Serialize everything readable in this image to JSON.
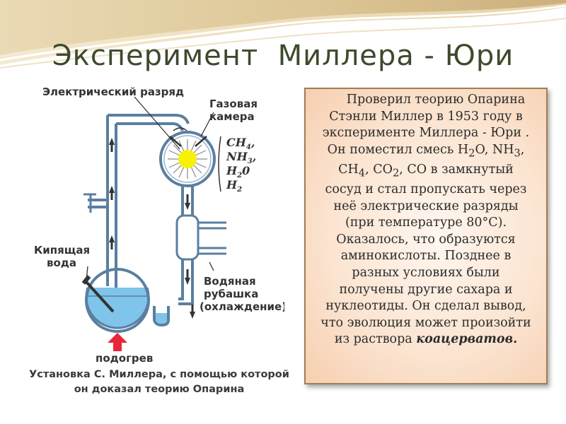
{
  "title": "Эксперимент  Миллера - Юри",
  "diagram": {
    "label_discharge": "Электрический разряд",
    "label_gas_chamber_1": "Газовая",
    "label_gas_chamber_2": "камера",
    "gases": [
      "CH",
      "NH",
      "H",
      "H"
    ],
    "gas_subs": [
      "4",
      "3",
      "2",
      "2"
    ],
    "gas_tail": [
      "",
      "",
      "0",
      ""
    ],
    "label_boiling_1": "Кипящая",
    "label_boiling_2": "вода",
    "label_jacket_1": "Водяная",
    "label_jacket_2": "рубашка",
    "label_jacket_3": "(охлаждение)",
    "label_heating": "подогрев"
  },
  "caption": {
    "line1": "Установка С. Миллера, с помощью которой",
    "line2": "он доказал теорию Опарина"
  },
  "textbox": {
    "l1": "Проверил теорию Опарина",
    "l2": "Стэнли Миллер в 1953 году в",
    "l3": "эксперименте  Миллера - Юри .",
    "l4a": "Он поместил смесь H",
    "l4s1": "2",
    "l4b": "O, NH",
    "l4s2": "3",
    "l4c": ",",
    "l5a": "CH",
    "l5s1": "4",
    "l5b": ", CO",
    "l5s2": "2",
    "l5c": ", CO в замкнутый",
    "l6": "сосуд и стал пропускать через",
    "l7": "неё электрические разряды",
    "l8": "(при температуре 80°С).",
    "l9": "Оказалось, что образуются",
    "l10": "аминокислоты. Позднее в",
    "l11": "разных условиях были",
    "l12": "получены другие сахара и",
    "l13": "нуклеотиды. Он сделал вывод,",
    "l14": "что эволюция может произойти",
    "l15a": "из раствора  ",
    "l15b": "коацерватов."
  },
  "colors": {
    "title": "#3d4a2d",
    "tube": "#5a7fa0",
    "water": "#7fc4ea",
    "spark": "#f7f200",
    "heat_arrow": "#e8263a",
    "box_border": "#a07d55"
  }
}
